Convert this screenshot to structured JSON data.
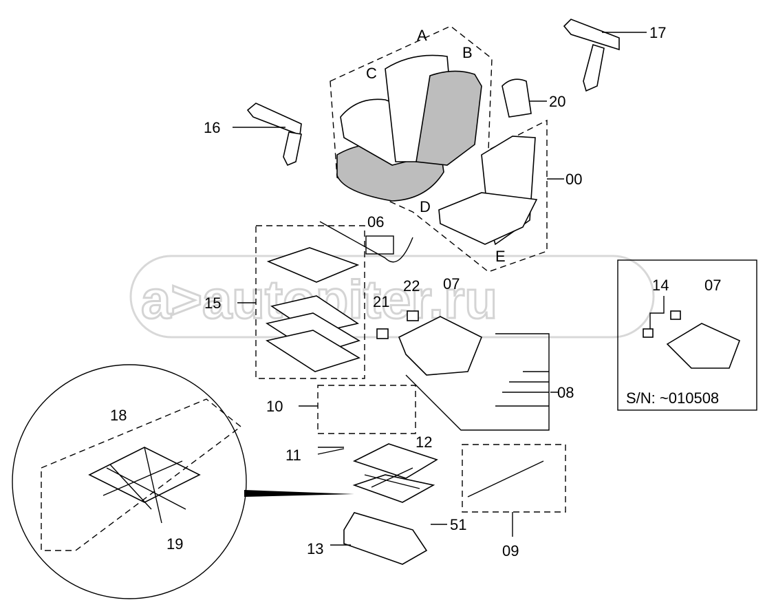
{
  "diagram": {
    "callouts": {
      "A": "A",
      "B": "B",
      "C": "C",
      "D": "D",
      "E": "E",
      "p00": "00",
      "p06": "06",
      "p07": "07",
      "p08": "08",
      "p09": "09",
      "p10": "10",
      "p11": "11",
      "p12": "12",
      "p13": "13",
      "p14": "14",
      "p15": "15",
      "p16": "16",
      "p17": "17",
      "p18": "18",
      "p19": "19",
      "p20": "20",
      "p21": "21",
      "p22": "22",
      "p51": "51",
      "p07_inset": "07"
    },
    "inset_serial": "S/N: ~010508",
    "watermark": "a>autopiter.ru"
  }
}
